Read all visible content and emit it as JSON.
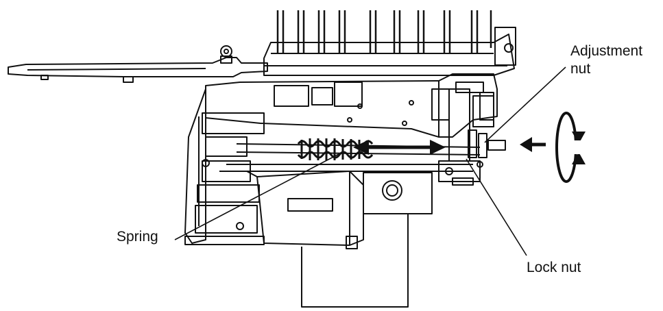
{
  "labels": {
    "adjustment_nut_line1": "Adjustment",
    "adjustment_nut_line2": "nut",
    "spring": "Spring",
    "lock_nut": "Lock nut"
  },
  "colors": {
    "ink": "#111111",
    "background": "#ffffff"
  }
}
